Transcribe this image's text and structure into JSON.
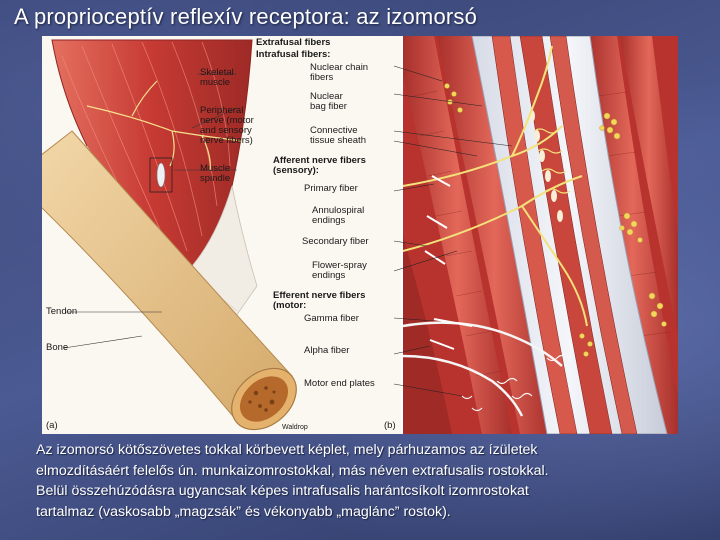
{
  "slide": {
    "title": "A proprioceptív reflexív receptora: az izomorsó",
    "caption_lines": [
      "Az izomorsó kötőszövetes tokkal körbevett képlet, mely párhuzamos az ízületek",
      "elmozdításáért felelős ún. munkaizomrostokkal, más néven extrafusalis rostokkal.",
      "Belül összehúzódásra ugyancsak képes intrafusalis harántcsíkolt izomrostokat",
      "tartalmaz (vaskosabb „magzsák” és vékonyabb „maglánc” rostok)."
    ]
  },
  "figure": {
    "left_labels": {
      "skeletal_muscle": [
        "Skeletal",
        "muscle"
      ],
      "peripheral_nerve": [
        "Peripheral",
        "nerve (motor",
        "and sensory",
        "nerve fibers)"
      ],
      "muscle_spindle": [
        "Muscle",
        "spindle"
      ],
      "tendon": "Tendon",
      "bone": "Bone",
      "panel_a": "(a)",
      "credit": "Waldrop"
    },
    "right_labels": {
      "extrafusal": "Extrafusal fibers",
      "intrafusal": "Intrafusal fibers:",
      "nuclear_chain": [
        "Nuclear chain",
        "fibers"
      ],
      "nuclear_bag": [
        "Nuclear",
        "bag fiber"
      ],
      "connective": [
        "Connective",
        "tissue sheath"
      ],
      "afferent": [
        "Afferent nerve fibers",
        "(sensory):"
      ],
      "primary": "Primary fiber",
      "annulospiral": [
        "Annulospiral",
        "endings"
      ],
      "secondary": "Secondary fiber",
      "flower_spray": [
        "Flower-spray",
        "endings"
      ],
      "efferent": [
        "Efferent nerve fibers",
        "(motor:"
      ],
      "gamma": "Gamma fiber",
      "alpha": "Alpha fiber",
      "motor_end": "Motor end plates",
      "panel_b": "(b)"
    }
  },
  "colors": {
    "muscle": "#c83a34",
    "muscle_light": "#e26a5e",
    "tendon": "#eee7dc",
    "bone": "#e8c48e",
    "nerve": "#f3e27a",
    "slide_bg": "#3d4a7a"
  }
}
